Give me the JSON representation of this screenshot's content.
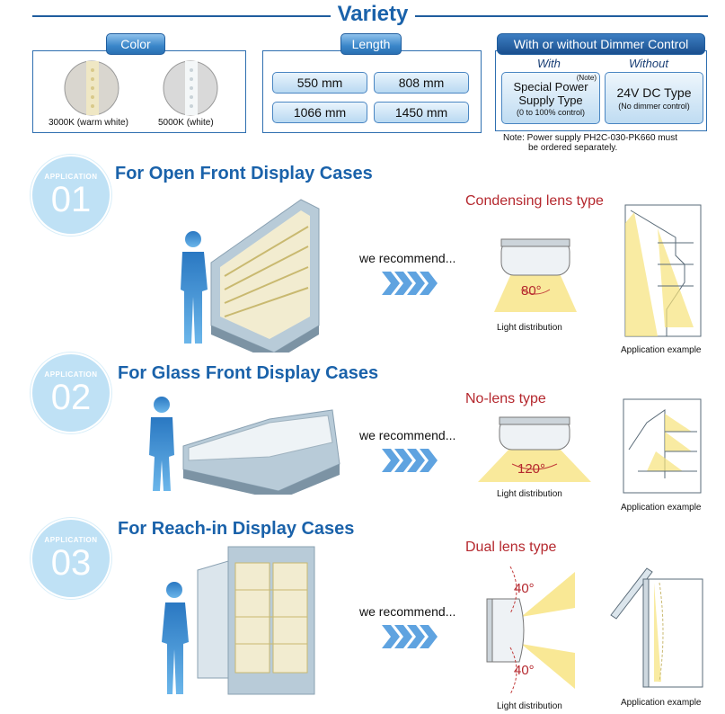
{
  "variety": {
    "title": "Variety",
    "color": {
      "label": "Color",
      "options": [
        {
          "caption": "3000K (warm white)",
          "tint": "#efe7c4"
        },
        {
          "caption": "5000K (white)",
          "tint": "#eef2f4"
        }
      ]
    },
    "length": {
      "label": "Length",
      "options": [
        "550 mm",
        "808 mm",
        "1066 mm",
        "1450 mm"
      ]
    },
    "dimmer": {
      "label": "With or without Dimmer Control",
      "with_label": "With",
      "without_label": "Without",
      "with_box": {
        "note": "(Note)",
        "line1": "Special Power",
        "line2": "Supply Type",
        "sub": "(0 to 100% control)"
      },
      "without_box": {
        "line1": "24V DC Type",
        "sub": "(No dimmer control)"
      },
      "note": "Note: Power supply PH2C-030-PK660 must",
      "note2": "be ordered separately."
    }
  },
  "applications": [
    {
      "badge": "APPLICATION",
      "number": "01",
      "title": "For Open Front Display Cases",
      "recommend": "we recommend...",
      "lens_type": "Condensing lens type",
      "angle": "80°",
      "dist_caption": "Light distribution",
      "example_caption": "Application example"
    },
    {
      "badge": "APPLICATION",
      "number": "02",
      "title": "For Glass Front Display Cases",
      "recommend": "we recommend...",
      "lens_type": "No-lens type",
      "angle": "120°",
      "dist_caption": "Light distribution",
      "example_caption": "Application example"
    },
    {
      "badge": "APPLICATION",
      "number": "03",
      "title": "For Reach-in Display Cases",
      "recommend": "we recommend...",
      "lens_type": "Dual lens type",
      "angle_top": "40°",
      "angle_bottom": "40°",
      "dist_caption": "Light distribution",
      "example_caption": "Application example"
    }
  ],
  "colors": {
    "brand": "#1a62aa",
    "accent": "#b5282e",
    "light_beam": "#f7e27a"
  }
}
